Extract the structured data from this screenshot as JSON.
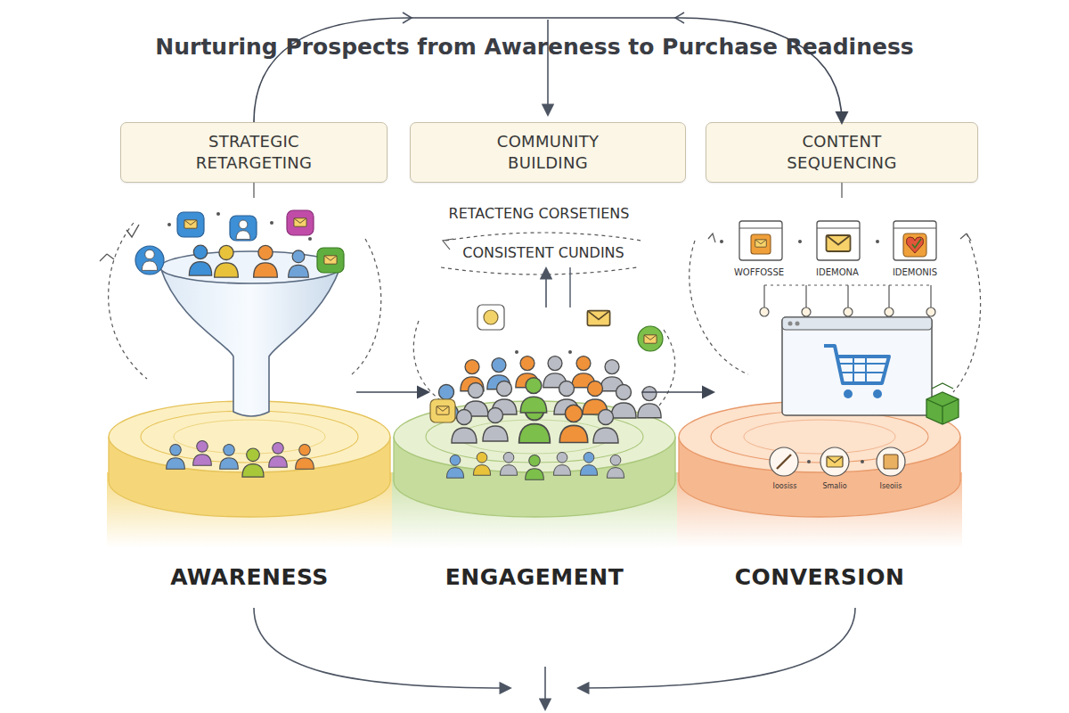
{
  "diagram": {
    "title": "Nurturing Prospects from Awareness to Purchase Readiness",
    "nodes": [
      {
        "text": [
          "STRATEGIC RETARGETING"
        ]
      },
      {
        "text": [
          "COMMUNITY BUILDING"
        ]
      },
      {
        "text": [
          "CONTENT SEQUENCING"
        ]
      },
      {
        "text": [
          "AWARENESS"
        ]
      },
      {
        "text": [
          "ENGAGEMENT"
        ]
      },
      {
        "text": [
          "CONVERSION"
        ]
      }
    ],
    "edges": [
      {
        "from": 0,
        "to": 2,
        "arrow": "to"
      },
      {
        "from": 3,
        "to": 4,
        "arrow": "to"
      },
      {
        "from": 4,
        "to": 5,
        "arrow": "to"
      }
    ],
    "labels": [
      "RETACTENG CORSETIENS",
      "CONSISTENT CUNDINS",
      "WOFFOSSE",
      "IDEMONA",
      "IDEMONIS",
      "Ioosiss",
      "Smalio",
      "Iseoiis"
    ]
  }
}
